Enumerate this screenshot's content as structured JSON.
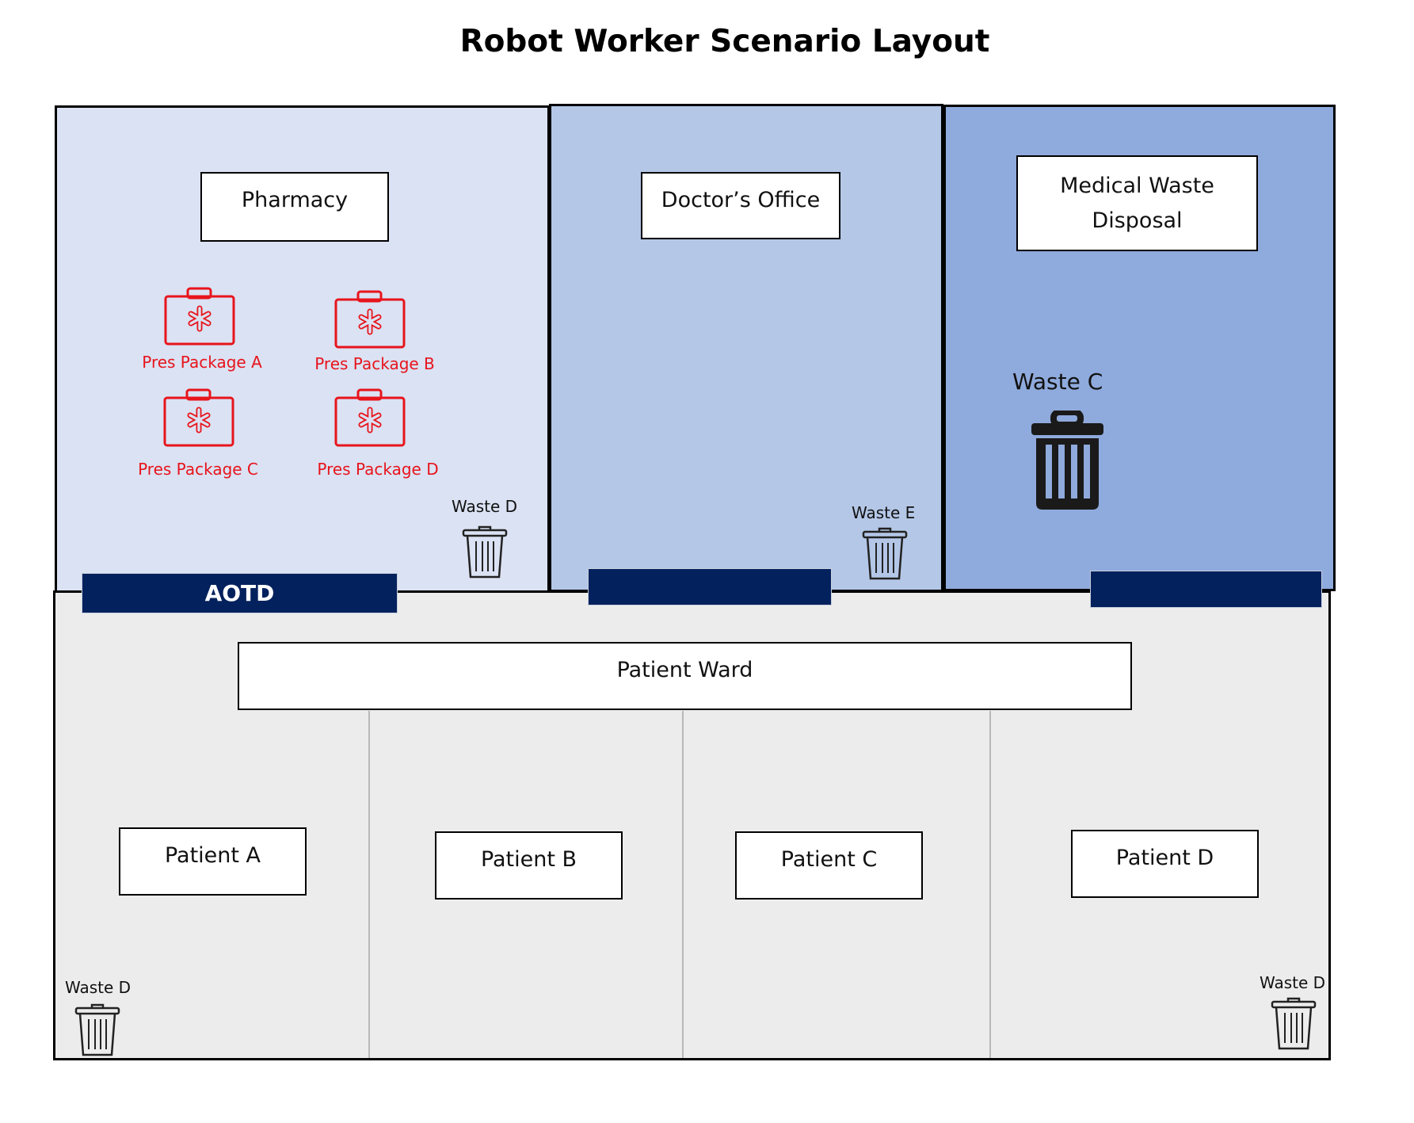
{
  "title": "Robot Worker Scenario Layout",
  "rooms": {
    "pharmacy": {
      "label": "Pharmacy",
      "color": "#dae2f3"
    },
    "doctors_office": {
      "label": "Doctor’s Office",
      "color": "#b4c7e7"
    },
    "waste_disposal": {
      "label": "Medical Waste Disposal",
      "color": "#8faadc"
    },
    "patient_ward": {
      "label": "Patient Ward",
      "color": "#ececec"
    }
  },
  "packages": [
    {
      "label": "Pres Package A",
      "icon": "medical-kit-icon"
    },
    {
      "label": "Pres Package B",
      "icon": "medical-kit-icon"
    },
    {
      "label": "Pres Package C",
      "icon": "medical-kit-icon"
    },
    {
      "label": "Pres Package D",
      "icon": "medical-kit-icon"
    }
  ],
  "waste_bins": {
    "pharmacy": "Waste D",
    "doctors_office": "Waste E",
    "disposal": "Waste C",
    "ward_left": "Waste D",
    "ward_right": "Waste D"
  },
  "doors": {
    "pharmacy": "AOTD",
    "doctors_office": "",
    "disposal": ""
  },
  "patients": [
    "Patient A",
    "Patient B",
    "Patient C",
    "Patient D"
  ],
  "colors": {
    "door": "#03215d",
    "package": "#e8141c"
  }
}
